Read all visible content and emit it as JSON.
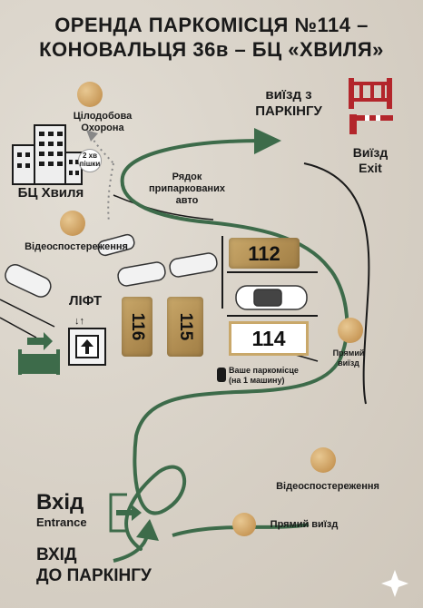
{
  "header": {
    "line1": "ОРЕНДА ПАРКОМІСЦЯ №114 –",
    "line2": "КОНОВАЛЬЦЯ 36в – БЦ «ХВИЛЯ»"
  },
  "labels": {
    "security_line1": "Цілодобова",
    "security_line2": "Охорона",
    "walk_line1": "2 хв",
    "walk_line2": "пішки",
    "building": "БЦ Хвиля",
    "video_top": "Відеоспостереження",
    "lift": "ЛІФТ",
    "exit_line1": "виїзд з",
    "exit_line2": "ПАРКІНГУ",
    "exit_ua": "Виїзд",
    "exit_en": "Exit",
    "row_line1": "Рядок",
    "row_line2": "припаркованих",
    "row_line3": "авто",
    "spot_112": "112",
    "spot_114": "114",
    "spot_116": "116",
    "spot_115": "115",
    "your_spot_line1": "Ваше паркомісце",
    "your_spot_line2": "(на 1 машину)",
    "direct_right_line1": "Прямий",
    "direct_right_line2": "виїзд",
    "video_bottom": "Відеоспостереження",
    "direct_bottom": "Прямий виїзд",
    "entry_ua": "Вхід",
    "entry_en": "Entrance",
    "parking_entry_line1": "ВХІД",
    "parking_entry_line2": "ДО ПАРКІНГУ"
  },
  "colors": {
    "route": "#3d6b4a",
    "exit_red": "#b3262b",
    "gold": "#c9a86a",
    "background": "#d9d3c9"
  },
  "icons": [
    "shield-icon",
    "building-icon",
    "camera-icon",
    "lift-icon",
    "gate-icon",
    "barrier-icon",
    "door-icon",
    "sparkle-icon",
    "car-icon",
    "key-icon"
  ]
}
